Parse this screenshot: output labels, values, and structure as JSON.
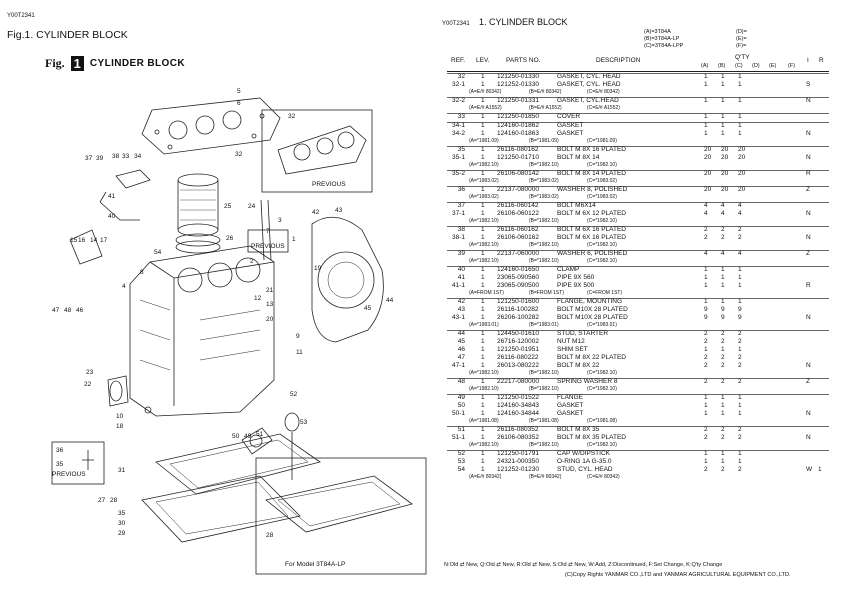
{
  "left": {
    "doc_code": "Y00T2341",
    "title": "Fig.1.  CYLINDER BLOCK",
    "fig_word": "Fig.",
    "fig_number": "1",
    "fig_caption": "CYLINDER BLOCK",
    "labels": {
      "previous1": "PREVIOUS",
      "previous2": "PREVIOUS",
      "previous3": "PREVIOUS",
      "model_note": "For Model 3T84A-LP"
    },
    "callouts": [
      "5",
      "6",
      "32",
      "32",
      "37",
      "39",
      "38",
      "33",
      "34",
      "40",
      "41",
      "25",
      "24",
      "3",
      "7",
      "42",
      "43",
      "1",
      "19",
      "2",
      "26",
      "54",
      "8",
      "21",
      "44",
      "45",
      "15",
      "16",
      "14",
      "17",
      "47",
      "48",
      "46",
      "4",
      "12",
      "13",
      "20",
      "9",
      "11",
      "23",
      "22",
      "10",
      "18",
      "50",
      "49",
      "51",
      "52",
      "53",
      "31",
      "27",
      "28",
      "35",
      "30",
      "29",
      "36",
      "35",
      "28"
    ]
  },
  "right": {
    "doc_code": "Y00T2341",
    "title": "1.  CYLINDER BLOCK",
    "models": [
      {
        "left": "(A)=3T84A",
        "right": "(D)="
      },
      {
        "left": "(B)=3T84A-LP",
        "right": "(E)="
      },
      {
        "left": "(C)=3T84A-LPP",
        "right": "(F)="
      }
    ],
    "qty_heading": "Q'TY",
    "headers": {
      "ref": "REF.",
      "lev": "LEV.",
      "parts": "PARTS NO.",
      "desc": "DESCRIPTION",
      "i": "I",
      "r": "R"
    },
    "qty_cols": [
      "(A)",
      "(B)",
      "(C)",
      "(D)",
      "(E)",
      "(F)"
    ],
    "rows": [
      {
        "ref": "32",
        "lev": "1",
        "part": "121250-01330",
        "desc": "GASKET, CYL. HEAD",
        "a": "1",
        "b": "1",
        "c": "1",
        "i": "",
        "r": ""
      },
      {
        "ref": "32-1",
        "lev": "1",
        "part": "121252-01330",
        "desc": "GASKET, CYL. HEAD",
        "a": "1",
        "b": "1",
        "c": "1",
        "i": "S",
        "r": ""
      },
      {
        "ref": "32-2",
        "lev": "1",
        "part": "121250-01331",
        "desc": "GASKET, CYL.HEAD",
        "a": "1",
        "b": "1",
        "c": "1",
        "i": "N",
        "r": ""
      },
      {
        "ref": "33",
        "lev": "1",
        "part": "121250-01850",
        "desc": "COVER",
        "a": "1",
        "b": "1",
        "c": "1",
        "i": "",
        "r": ""
      },
      {
        "ref": "34-1",
        "lev": "1",
        "part": "124160-01862",
        "desc": "GASKET",
        "a": "1",
        "b": "1",
        "c": "1",
        "i": "",
        "r": ""
      },
      {
        "ref": "34-2",
        "lev": "1",
        "part": "124160-01863",
        "desc": "GASKET",
        "a": "1",
        "b": "1",
        "c": "1",
        "i": "N",
        "r": ""
      },
      {
        "ref": "35",
        "lev": "1",
        "part": "26116-080162",
        "desc": "BOLT M 8X 16 PLATED",
        "a": "20",
        "b": "20",
        "c": "20",
        "i": "",
        "r": ""
      },
      {
        "ref": "35-1",
        "lev": "1",
        "part": "121250-01710",
        "desc": "BOLT M 8X 14",
        "a": "20",
        "b": "20",
        "c": "20",
        "i": "N",
        "r": ""
      },
      {
        "ref": "35-2",
        "lev": "1",
        "part": "26106-080142",
        "desc": "BOLT M 8X 14 PLATED",
        "a": "20",
        "b": "20",
        "c": "20",
        "i": "R",
        "r": ""
      },
      {
        "ref": "36",
        "lev": "1",
        "part": "22137-080000",
        "desc": "WASHER 8, POLISHED",
        "a": "20",
        "b": "20",
        "c": "20",
        "i": "Z",
        "r": ""
      },
      {
        "ref": "37",
        "lev": "1",
        "part": "26116-060142",
        "desc": "BOLT M6X14",
        "a": "4",
        "b": "4",
        "c": "4",
        "i": "",
        "r": ""
      },
      {
        "ref": "37-1",
        "lev": "1",
        "part": "26106-060122",
        "desc": "BOLT M 6X 12 PLATED",
        "a": "4",
        "b": "4",
        "c": "4",
        "i": "N",
        "r": ""
      },
      {
        "ref": "38",
        "lev": "1",
        "part": "26116-060162",
        "desc": "BOLT M 6X 16 PLATED",
        "a": "2",
        "b": "2",
        "c": "2",
        "i": "",
        "r": ""
      },
      {
        "ref": "38-1",
        "lev": "1",
        "part": "26106-060162",
        "desc": "BOLT M 6X 16 PLATED",
        "a": "2",
        "b": "2",
        "c": "2",
        "i": "N",
        "r": ""
      },
      {
        "ref": "39",
        "lev": "1",
        "part": "22137-060000",
        "desc": "WASHER 6, POLISHED",
        "a": "4",
        "b": "4",
        "c": "4",
        "i": "Z",
        "r": ""
      },
      {
        "ref": "40",
        "lev": "1",
        "part": "124160-01650",
        "desc": "CLAMP",
        "a": "1",
        "b": "1",
        "c": "1",
        "i": "",
        "r": ""
      },
      {
        "ref": "41",
        "lev": "1",
        "part": "23065-090560",
        "desc": "PIPE  9X 560",
        "a": "1",
        "b": "1",
        "c": "1",
        "i": "",
        "r": ""
      },
      {
        "ref": "41-1",
        "lev": "1",
        "part": "23065-090500",
        "desc": "PIPE  9X 500",
        "a": "1",
        "b": "1",
        "c": "1",
        "i": "R",
        "r": ""
      },
      {
        "ref": "42",
        "lev": "1",
        "part": "121250-01600",
        "desc": "FLANGE, MOUNTING",
        "a": "1",
        "b": "1",
        "c": "1",
        "i": "",
        "r": ""
      },
      {
        "ref": "43",
        "lev": "1",
        "part": "26116-100282",
        "desc": "BOLT M10X 28 PLATED",
        "a": "9",
        "b": "9",
        "c": "9",
        "i": "",
        "r": ""
      },
      {
        "ref": "43-1",
        "lev": "1",
        "part": "26206-100282",
        "desc": "BOLT M10X 28 PLATED",
        "a": "9",
        "b": "9",
        "c": "9",
        "i": "N",
        "r": ""
      },
      {
        "ref": "44",
        "lev": "1",
        "part": "124450-01610",
        "desc": "STUD, STARTER",
        "a": "2",
        "b": "2",
        "c": "2",
        "i": "",
        "r": ""
      },
      {
        "ref": "45",
        "lev": "1",
        "part": "26716-120002",
        "desc": "NUT M12",
        "a": "2",
        "b": "2",
        "c": "2",
        "i": "",
        "r": ""
      },
      {
        "ref": "46",
        "lev": "1",
        "part": "121250-01951",
        "desc": "SHIM SET",
        "a": "1",
        "b": "1",
        "c": "1",
        "i": "",
        "r": ""
      },
      {
        "ref": "47",
        "lev": "1",
        "part": "26116-080222",
        "desc": "BOLT M 8X 22 PLATED",
        "a": "2",
        "b": "2",
        "c": "2",
        "i": "",
        "r": ""
      },
      {
        "ref": "47-1",
        "lev": "1",
        "part": "26013-080222",
        "desc": "BOLT M 8X 22",
        "a": "2",
        "b": "2",
        "c": "2",
        "i": "N",
        "r": ""
      },
      {
        "ref": "48",
        "lev": "1",
        "part": "22217-080000",
        "desc": "SPRING WASHER  8",
        "a": "2",
        "b": "2",
        "c": "2",
        "i": "Z",
        "r": ""
      },
      {
        "ref": "49",
        "lev": "1",
        "part": "121250-01522",
        "desc": "FLANGE",
        "a": "1",
        "b": "1",
        "c": "1",
        "i": "",
        "r": ""
      },
      {
        "ref": "50",
        "lev": "1",
        "part": "124160-34843",
        "desc": "GASKET",
        "a": "1",
        "b": "1",
        "c": "1",
        "i": "",
        "r": ""
      },
      {
        "ref": "50-1",
        "lev": "1",
        "part": "124160-34844",
        "desc": "GASKET",
        "a": "1",
        "b": "1",
        "c": "1",
        "i": "N",
        "r": ""
      },
      {
        "ref": "51",
        "lev": "1",
        "part": "26116-080352",
        "desc": "BOLT M 8X 35",
        "a": "2",
        "b": "2",
        "c": "2",
        "i": "",
        "r": ""
      },
      {
        "ref": "51-1",
        "lev": "1",
        "part": "26106-080352",
        "desc": "BOLT M 8X 35 PLATED",
        "a": "2",
        "b": "2",
        "c": "2",
        "i": "N",
        "r": ""
      },
      {
        "ref": "52",
        "lev": "1",
        "part": "121250-01791",
        "desc": "CAP W/DIPSTICK",
        "a": "1",
        "b": "1",
        "c": "1",
        "i": "",
        "r": ""
      },
      {
        "ref": "53",
        "lev": "1",
        "part": "24321-000350",
        "desc": "O-RING 1A G-35.0",
        "a": "1",
        "b": "1",
        "c": "1",
        "i": "",
        "r": ""
      },
      {
        "ref": "54",
        "lev": "1",
        "part": "121252-01230",
        "desc": "STUD, CYL. HEAD",
        "a": "2",
        "b": "2",
        "c": "2",
        "i": "W",
        "r": "1"
      }
    ],
    "notes": [
      {
        "a": "(A=E/# 80342)",
        "b": "(B=E/# 80342)",
        "c": "(C=E/# 80342)"
      },
      {
        "a": "(A=E/# A1552)",
        "b": "(B=E/# A1552)",
        "c": "(C=E/# A1552)"
      },
      {
        "a": "(A=*1981.09)",
        "b": "(B=*1981.09)",
        "c": "(C=*1981.09)"
      },
      {
        "a": "(A=*1982.10)",
        "b": "(B=*1982.10)",
        "c": "(C=*1982.10)"
      },
      {
        "a": "(A=*1983.02)",
        "b": "(B=*1983.02)",
        "c": "(C=*1983.02)"
      },
      {
        "a": "(A=*1983.02)",
        "b": "(B=*1983.02)",
        "c": "(C=*1983.02)"
      },
      {
        "a": "(A=*1982.10)",
        "b": "(B=*1982.10)",
        "c": "(C=*1982.10)"
      },
      {
        "a": "(A=*1982.10)",
        "b": "(B=*1982.10)",
        "c": "(C=*1982.10)"
      },
      {
        "a": "(A=*1982.10)",
        "b": "(B=*1982.10)",
        "c": "(C=*1982.10)"
      },
      {
        "a": "(A=FROM 1ST)",
        "b": "(B=FROM 1ST)",
        "c": "(C=FROM 1ST)"
      },
      {
        "a": "(A=*1983.01)",
        "b": "(B=*1983.01)",
        "c": "(C=*1983.01)"
      },
      {
        "a": "(A=*1982.10)",
        "b": "(B=*1982.10)",
        "c": "(C=*1982.10)"
      },
      {
        "a": "(A=*1982.10)",
        "b": "(B=*1982.10)",
        "c": "(C=*1982.10)"
      },
      {
        "a": "(A=*1981.08)",
        "b": "(B=*1981.08)",
        "c": "(C=*1981.08)"
      },
      {
        "a": "(A=*1982.10)",
        "b": "(B=*1982.10)",
        "c": "(C=*1982.10)"
      },
      {
        "a": "(A=E/# 80342)",
        "b": "(B=E/# 80342)",
        "c": "(C=E/# 80342)"
      }
    ],
    "footer_legend": "N:Old ⇄ New,  Q:Old ⇄ New,  R:Old ⇄ New,  S:Old ⇄ New,  W:Add,  Z:Discontinued,  F:Set Change,  K:Q'ty Change",
    "copyright": "(C)Copy Rights  YANMAR CO.,LTD and YANMAR AGRICULTURAL EQUIPMENT CO.,LTD."
  }
}
